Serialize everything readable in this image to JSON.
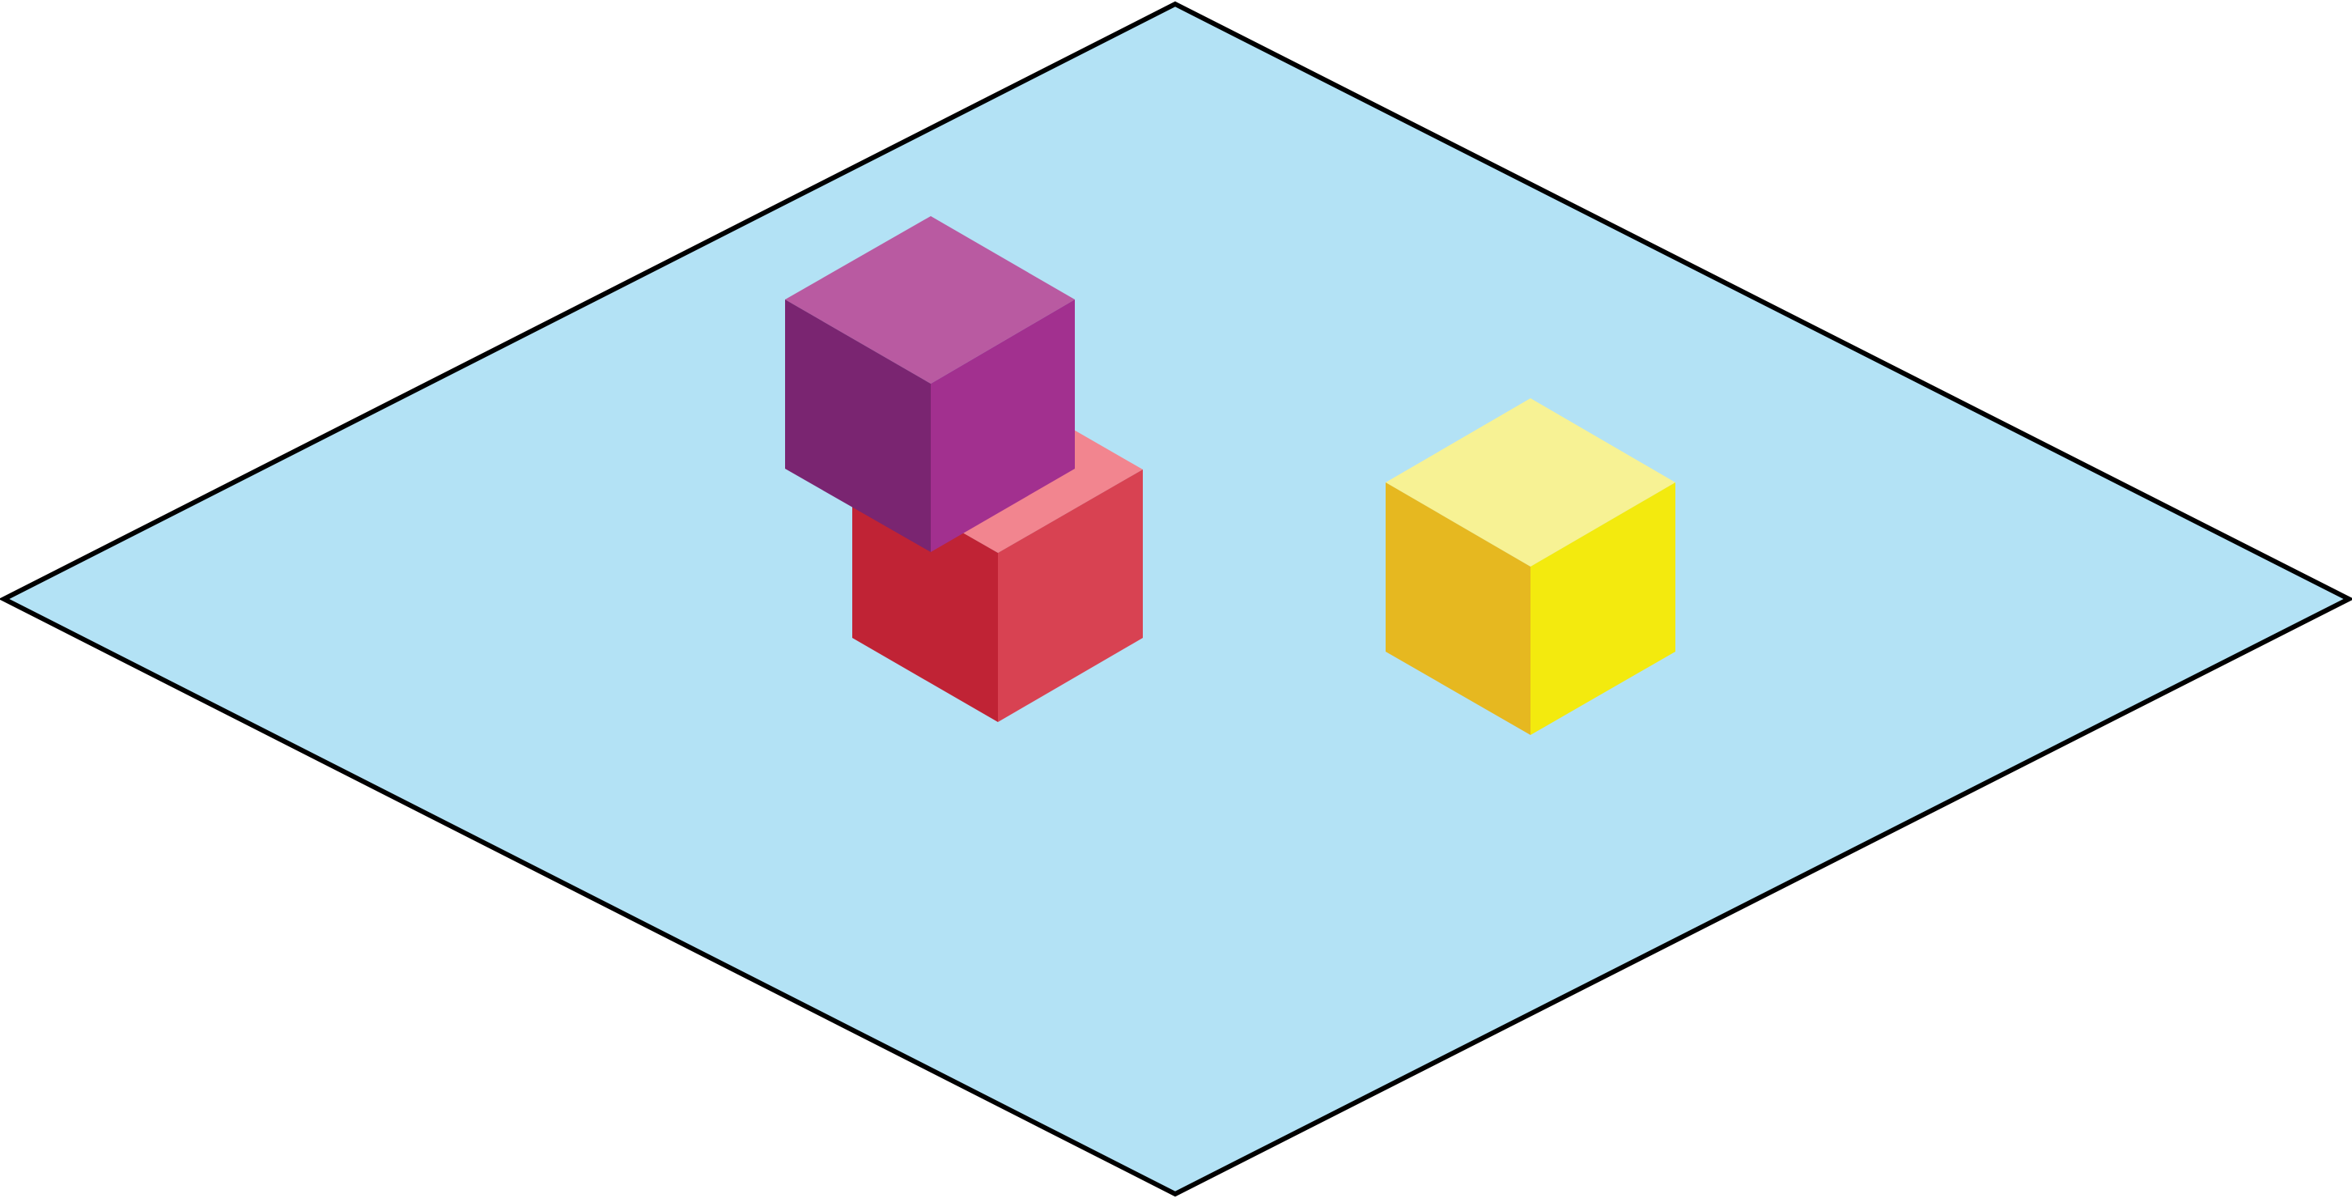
{
  "scene": {
    "floor": {
      "fill": "#b3e2f5",
      "stroke": "#000000"
    },
    "cubes": [
      {
        "name": "red-cube",
        "top": "#f2858f",
        "left": "#c02335",
        "right": "#d84252"
      },
      {
        "name": "purple-cube",
        "top": "#b95aa1",
        "left": "#7a2571",
        "right": "#a2308f"
      },
      {
        "name": "yellow-cube",
        "top": "#f7f294",
        "left": "#e6b820",
        "right": "#f3ea0e"
      }
    ]
  }
}
